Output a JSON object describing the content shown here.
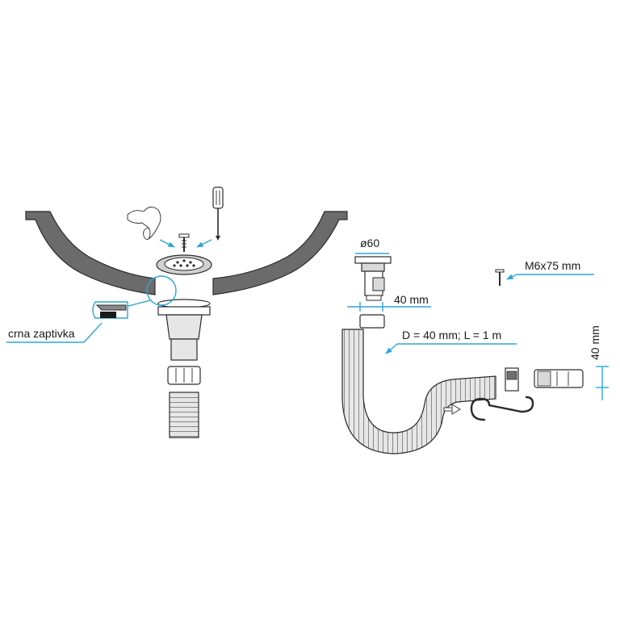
{
  "labels": {
    "gasket": "crna zaptivka",
    "outlet_diameter": "ø60",
    "outlet_height": "40 mm",
    "screw_size": "M6x75 mm",
    "hose_spec": "D = 40 mm; L = 1 m",
    "adapter_height": "40 mm"
  },
  "colors": {
    "sink": "#6b6b6b",
    "callout": "#2aa7d8",
    "outline": "#2b2b2b",
    "gasket": "#1a1a1a"
  },
  "icons": [
    "hand-icon",
    "screwdriver-icon",
    "screw-icon",
    "strainer-icon",
    "hook-icon"
  ]
}
